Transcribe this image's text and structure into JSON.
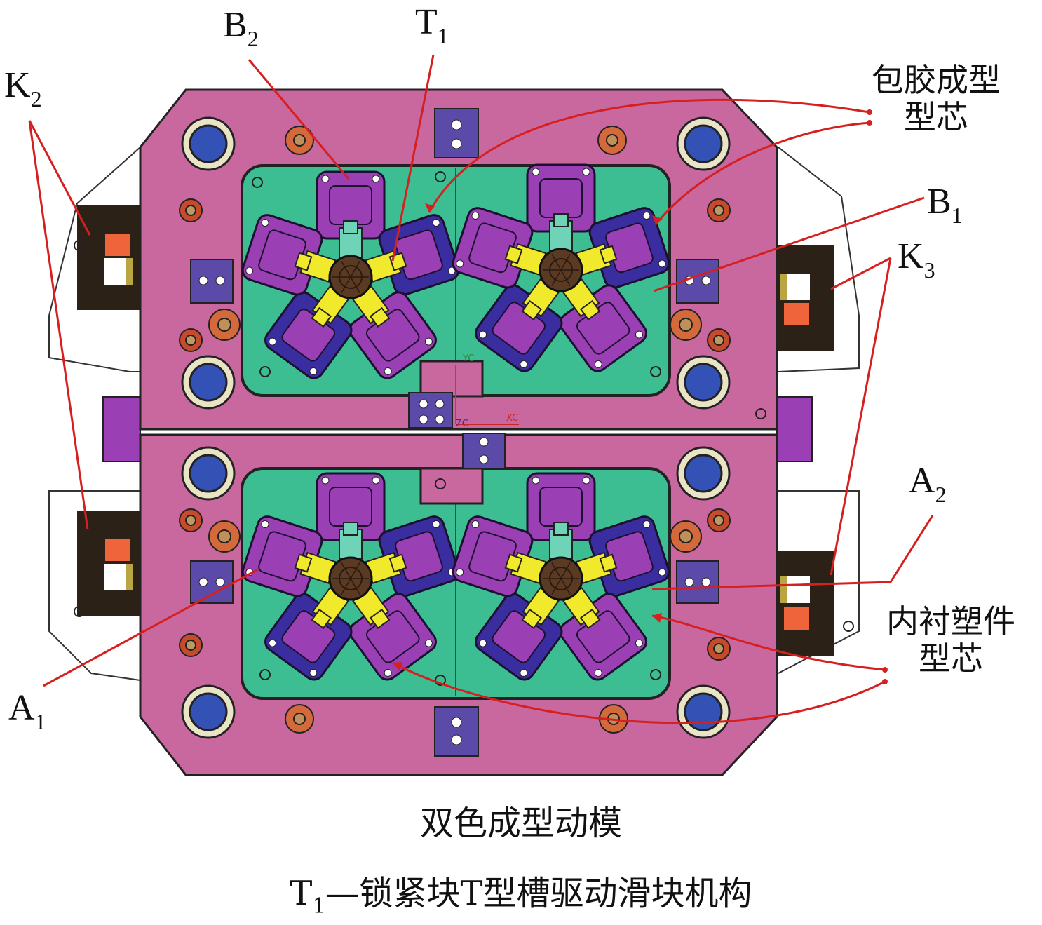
{
  "labels": {
    "K2": {
      "main": "K",
      "sub": "2"
    },
    "B2": {
      "main": "B",
      "sub": "2"
    },
    "T1": {
      "main": "T",
      "sub": "1"
    },
    "B1": {
      "main": "B",
      "sub": "1"
    },
    "K3": {
      "main": "K",
      "sub": "3"
    },
    "A2": {
      "main": "A",
      "sub": "2"
    },
    "A1": {
      "main": "A",
      "sub": "1"
    }
  },
  "callouts": {
    "overmold_core_line1": "包胶成型",
    "overmold_core_line2": "型芯",
    "liner_core_line1": "内衬塑件",
    "liner_core_line2": "型芯"
  },
  "axis_labels": {
    "yc": "YC",
    "zc": "ZC",
    "xc": "XC"
  },
  "caption": {
    "title": "双色成型动模",
    "legend_prefix": "T",
    "legend_sub": "1",
    "legend_text": "—锁紧块T型槽驱动滑块机构"
  },
  "colors": {
    "plate": "#c9679f",
    "cavity": "#3dbd92",
    "slider_purple": "#9b3fb5",
    "slider_blue": "#3a2da0",
    "slider_yellow": "#f1ea2c",
    "core_center": "#5b3a23",
    "bolt_blue": "#3451b5",
    "bolt_orange": "#d46a3c",
    "leader_line": "#d62020",
    "dark_block": "#2b2117",
    "red_block": "#f0643c"
  }
}
